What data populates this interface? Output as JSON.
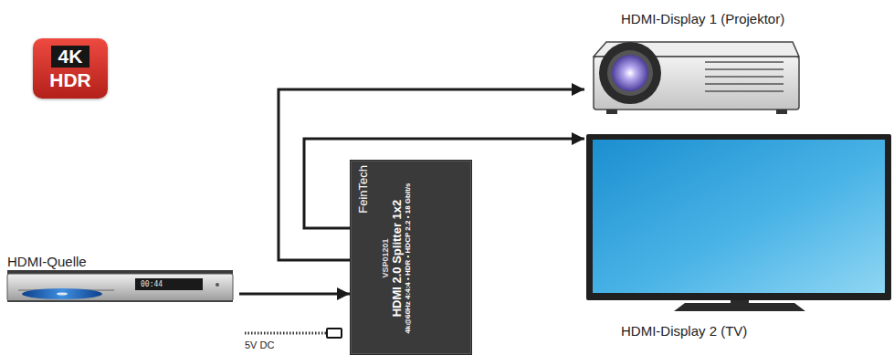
{
  "diagram": {
    "nodes": [
      {
        "text": [
          "4K",
          "HDR"
        ]
      },
      {
        "text": [
          "HDMI-Display 1 (Projektor)"
        ]
      },
      {
        "text": [
          "HDMI-Display 2 (TV)"
        ]
      },
      {
        "text": [
          "FeinTech",
          "VSP01201",
          "HDMI 2.0 Splitter 1x2",
          "4k@60Hz 4:4:4 • HDR • HDCP 2.2 • 18 Gbit/s"
        ]
      },
      {
        "text": [
          "HDMI-Quelle"
        ]
      }
    ],
    "edges": [
      {
        "from": 4,
        "to": 3,
        "arrow": "to"
      },
      {
        "from": 3,
        "to": 1,
        "arrow": "to"
      },
      {
        "from": 3,
        "to": 2,
        "arrow": "to"
      }
    ],
    "labels": [
      "00:44",
      "5V DC"
    ]
  }
}
